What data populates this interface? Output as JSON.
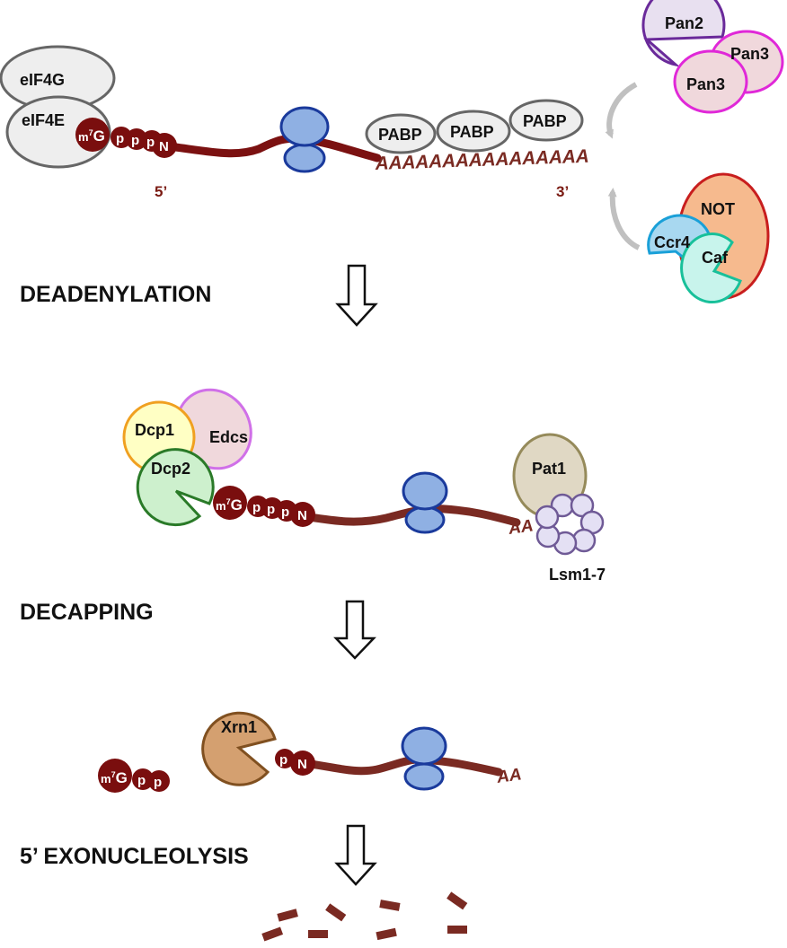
{
  "colors": {
    "mrna": "#7b1111",
    "mrna_light": "#7a2a22",
    "cap": "#7a0e0e",
    "ribosome_fill": "#8fb0e3",
    "ribosome_stroke": "#1a3a9c",
    "gray_fill": "#eeeeee",
    "gray_stroke": "#666666",
    "arrow_gray": "#c0c0c0"
  },
  "steps": {
    "deadenylation": "DEADENYLATION",
    "decapping": "DECAPPING",
    "exonucleolysis": "5’ EXONUCLEOLYSIS"
  },
  "panel1": {
    "eif4g": "eIF4G",
    "eif4e": "eIF4E",
    "cap_m": "m",
    "cap_7": "7",
    "cap_g": "G",
    "cap_p1": "p",
    "cap_p2": "p",
    "cap_p3": "p",
    "cap_n": "N",
    "pabp1": "PABP",
    "pabp2": "PABP",
    "pabp3": "PABP",
    "polya": "AAAAAAAAAAAAAAAA",
    "five_prime": "5’",
    "three_prime": "3’",
    "pan2": "Pan2",
    "pan3a": "Pan3",
    "pan3b": "Pan3",
    "not": "NOT",
    "ccr4": "Ccr4",
    "caf": "Caf"
  },
  "panel2": {
    "dcp1": "Dcp1",
    "edcs": "Edcs",
    "dcp2": "Dcp2",
    "cap_m": "m",
    "cap_7": "7",
    "cap_g": "G",
    "cap_p1": "p",
    "cap_p2": "p",
    "cap_p3": "p",
    "cap_n": "N",
    "pat1": "Pat1",
    "polya": "AA",
    "lsm": "Lsm1-7"
  },
  "panel3": {
    "xrn1": "Xrn1",
    "p": "p",
    "n": "N",
    "polya": "AA",
    "free_m": "m",
    "free_7": "7",
    "free_g": "G",
    "free_p1": "p",
    "free_p2": "p"
  }
}
